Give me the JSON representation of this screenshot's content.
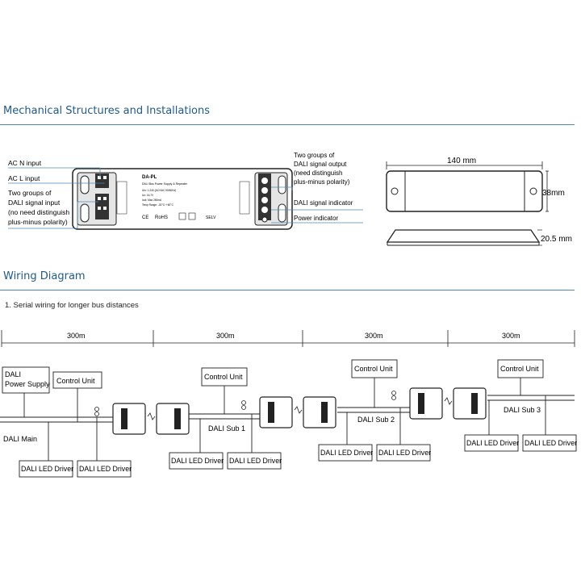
{
  "sections": {
    "mechanical_title": "Mechanical Structures and Installations",
    "wiring_title": "Wiring Diagram",
    "serial_caption": "1. Serial wiring for longer bus distances"
  },
  "device": {
    "model": "DA-PL",
    "subtitle": "DALI Bus Power Supply & Repeater",
    "spec_lines": [
      "Uin: 1-240 (AC/VAC 50/60Hz)",
      "Uo:  16.7V",
      "Iout: Max 250mA",
      "Temp Range: -30°C~+60°C"
    ],
    "left_callouts": [
      "AC N input",
      "AC L input",
      "Two groups of",
      "DALI signal input",
      "(no need distinguish",
      "plus-minus polarity)"
    ],
    "right_callouts": [
      "Two groups of",
      "DALI signal output",
      "(need distinguish",
      "plus-minus polarity)",
      "DALI signal indicator",
      "Power indicator"
    ]
  },
  "dimensions": {
    "length": "140 mm",
    "width": "38mm",
    "height": "20.5 mm"
  },
  "wiring": {
    "distances": [
      "300m",
      "300m",
      "300m",
      "300m"
    ],
    "power_supply_line1": "DALI",
    "power_supply_line2": "Power Supply",
    "control_unit": "Control Unit",
    "dali_main": "DALI Main",
    "subs": [
      "DALI Sub 1",
      "DALI Sub 2",
      "DALI Sub 3"
    ],
    "driver": "DALI LED Driver"
  },
  "colors": {
    "accent": "#1f5a88",
    "rule": "#4f86b0",
    "line": "#222222"
  }
}
